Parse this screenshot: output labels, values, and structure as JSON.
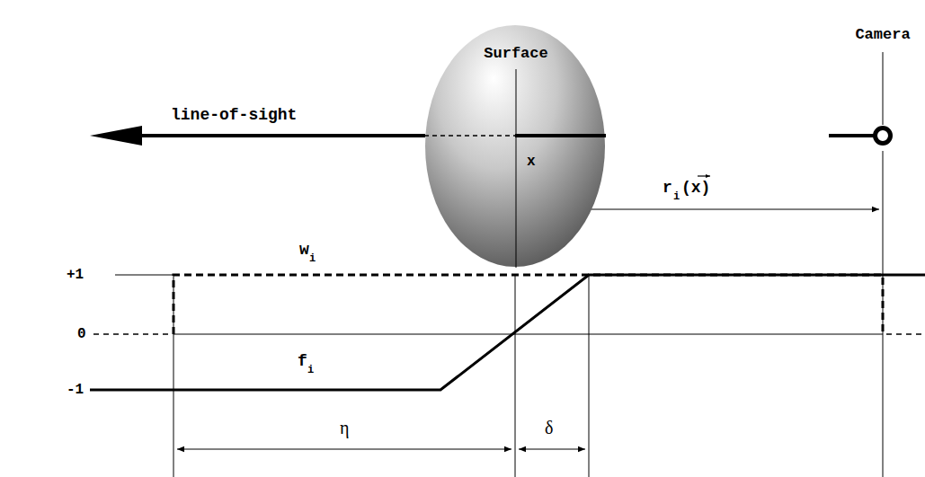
{
  "diagram": {
    "nodes": [
      {
        "text": [
          "Surface"
        ]
      },
      {
        "text": [
          "Camera"
        ]
      }
    ],
    "labels": [
      "line-of-sight",
      "x",
      "r",
      "i",
      "(x)",
      "w",
      "i",
      "+1",
      "0",
      "f",
      "i",
      "-1",
      "η",
      "δ"
    ]
  }
}
